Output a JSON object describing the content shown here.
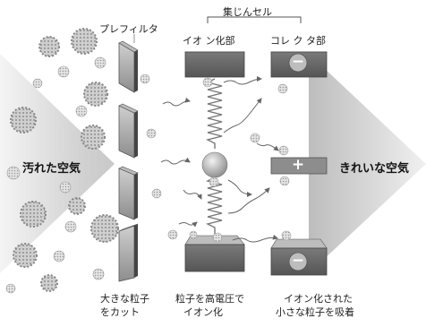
{
  "labels": {
    "dust_collection_unit": "集じんセル",
    "prefilter": "プレフィルタ",
    "ionization_section": "イオ ン化部",
    "collector_section": "コレ ク タ部",
    "dirty_air": "汚れた空気",
    "clean_air": "きれいな空気",
    "caption_prefilter_line1": "大きな粒子",
    "caption_prefilter_line2": "をカット",
    "caption_ionize_line1": "粒子を高電圧で",
    "caption_ionize_line2": "イオン化",
    "caption_collector_line1": "イオン化された",
    "caption_collector_line2": "小さな粒子を吸着"
  },
  "polarity": {
    "negative": "−",
    "positive": "+"
  },
  "colors": {
    "airflow_gradient": "#cfcfcf",
    "plate_dark": "#6b6b6b",
    "plate_light": "#a8a8a8",
    "particle": "#8a8a8a"
  }
}
